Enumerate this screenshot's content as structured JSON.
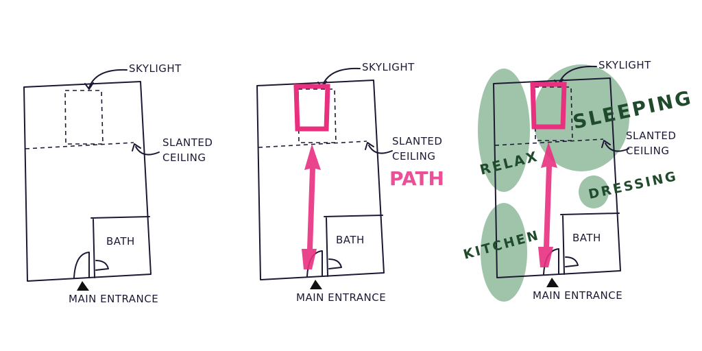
{
  "labels": {
    "skylight": "SKYLIGHT",
    "slanted_1": "SLANTED",
    "slanted_2": "CEILING",
    "bath": "BATH",
    "entrance": "MAIN ENTRANCE",
    "path": "PATH"
  },
  "zones": {
    "sleeping": "SLEEPING",
    "relax": "RELAX",
    "dressing": "DRESSING",
    "kitchen": "KITCHEN"
  },
  "colors": {
    "ink": "#1c1733",
    "path": "#e8307f",
    "zone_fill": "#9fc4aa",
    "zone_text": "#1f4a2c"
  }
}
